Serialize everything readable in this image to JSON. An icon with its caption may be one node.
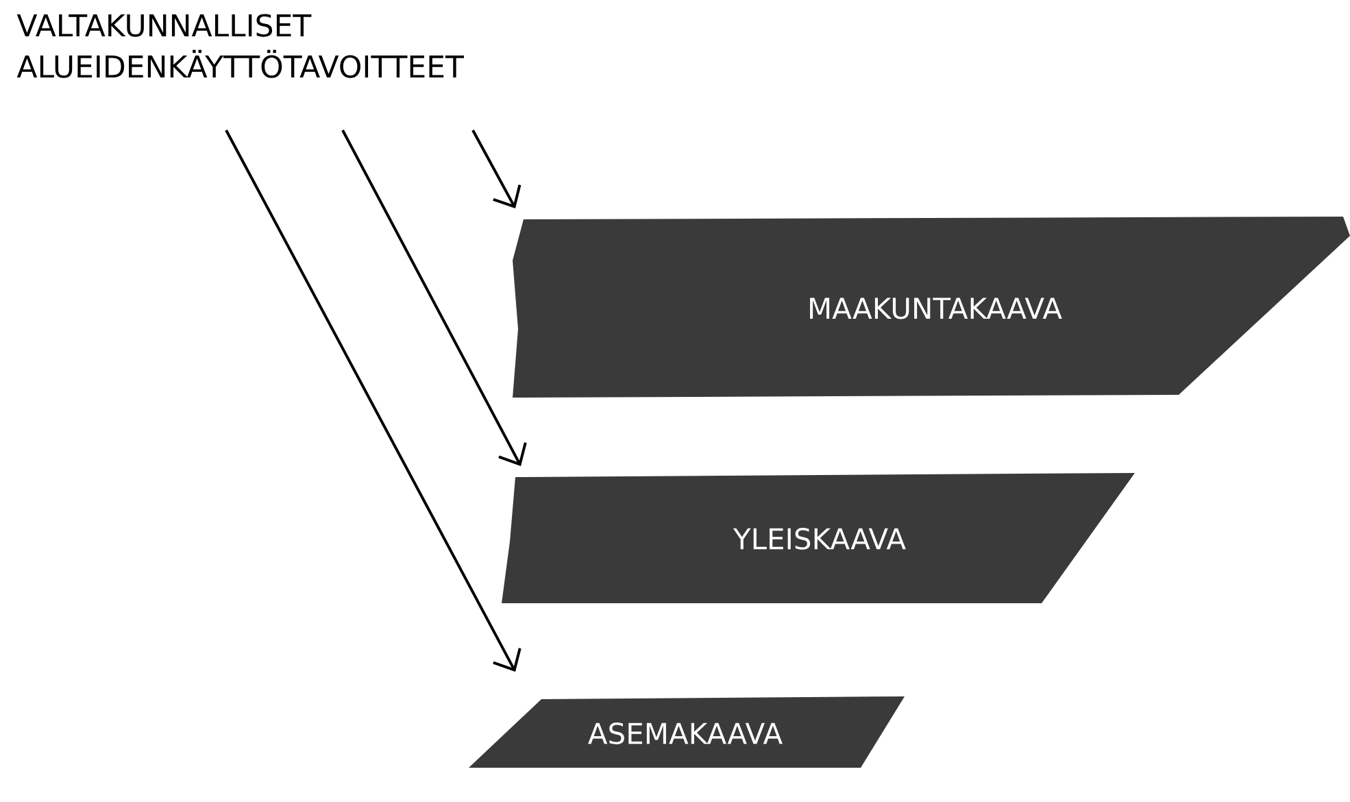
{
  "diagram": {
    "nodes": [
      {
        "text": [
          "VALTAKUNNALLISET ALUEIDENKÄYTTÖTAVOITTEET"
        ]
      },
      {
        "text": [
          "MAAKUNTAKAAVA"
        ]
      },
      {
        "text": [
          "YLEISKAAVA"
        ]
      },
      {
        "text": [
          "ASEMAKAAVA"
        ]
      }
    ],
    "edges": [
      {
        "from": 0,
        "to": 1,
        "arrow": "to"
      },
      {
        "from": 0,
        "to": 2,
        "arrow": "to"
      },
      {
        "from": 0,
        "to": 3,
        "arrow": "to"
      }
    ]
  }
}
